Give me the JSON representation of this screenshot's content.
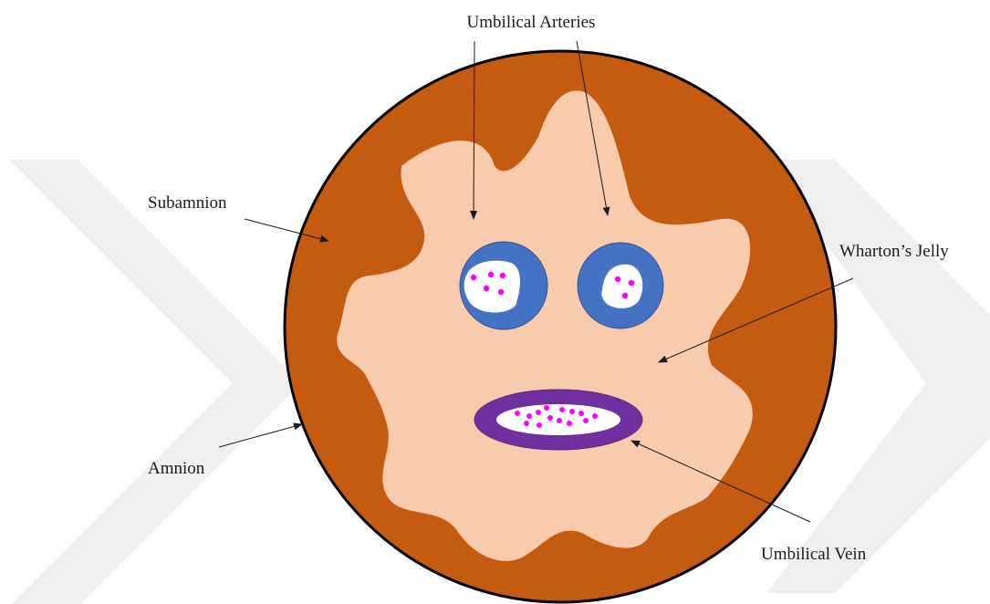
{
  "labels": {
    "umbilical_arteries": "Umbilical Arteries",
    "subamnion": "Subamnion",
    "whartons_jelly": "Wharton’s Jelly",
    "amnion": "Amnion",
    "umbilical_vein": "Umbilical Vein"
  },
  "colors": {
    "subamnion": "#c55a11",
    "whartons_jelly": "#f8cbad",
    "artery_wall": "#4472c4",
    "vein_wall": "#7030a0",
    "lumen": "#ffffff",
    "cells": "#ff00ff",
    "outline": "#000000",
    "watermark": "#efefef"
  }
}
